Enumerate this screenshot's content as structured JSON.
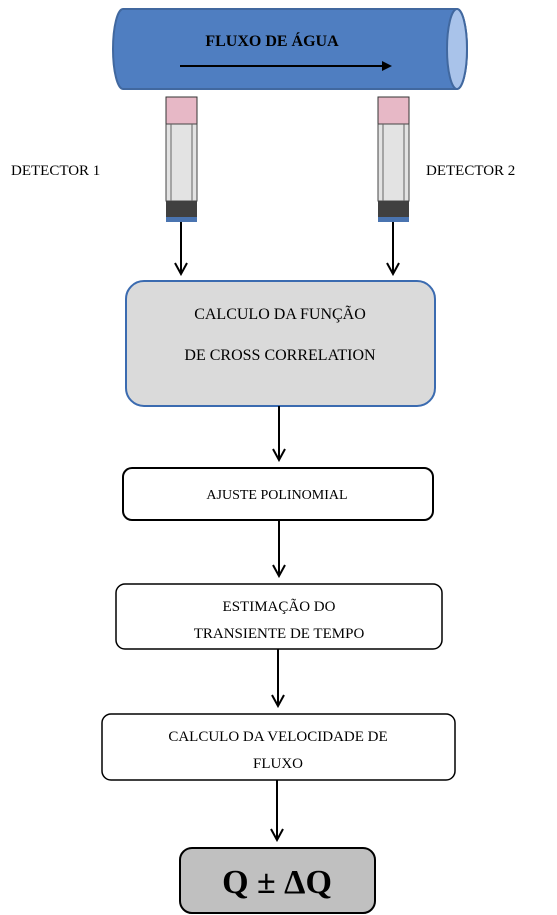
{
  "pipe": {
    "label": "FLUXO DE ÁGUA"
  },
  "detectors": [
    {
      "label": "DETECTOR 1"
    },
    {
      "label": "DETECTOR 2"
    }
  ],
  "steps": [
    {
      "lines": [
        "CALCULO DA FUNÇÃO",
        "DE CROSS CORRELATION"
      ]
    },
    {
      "lines": [
        "AJUSTE POLINOMIAL"
      ]
    },
    {
      "lines": [
        "ESTIMAÇÃO DO",
        "TRANSIENTE DE TEMPO"
      ]
    },
    {
      "lines": [
        "CALCULO DA VELOCIDADE DE",
        "FLUXO"
      ]
    }
  ],
  "result": {
    "label": "Q ± ΔQ"
  },
  "colors": {
    "pipe_fill": "#4f7ec1",
    "pipe_end": "#a9c3ea",
    "detector_top": "#e7b8c6",
    "detector_body": "#e3e3e3",
    "detector_band": "#404040",
    "detector_base": "#4a74b0",
    "step_fill_grey": "#dadada",
    "step_stroke_blue": "#3b6bb0",
    "result_fill": "#c0c0c0"
  }
}
